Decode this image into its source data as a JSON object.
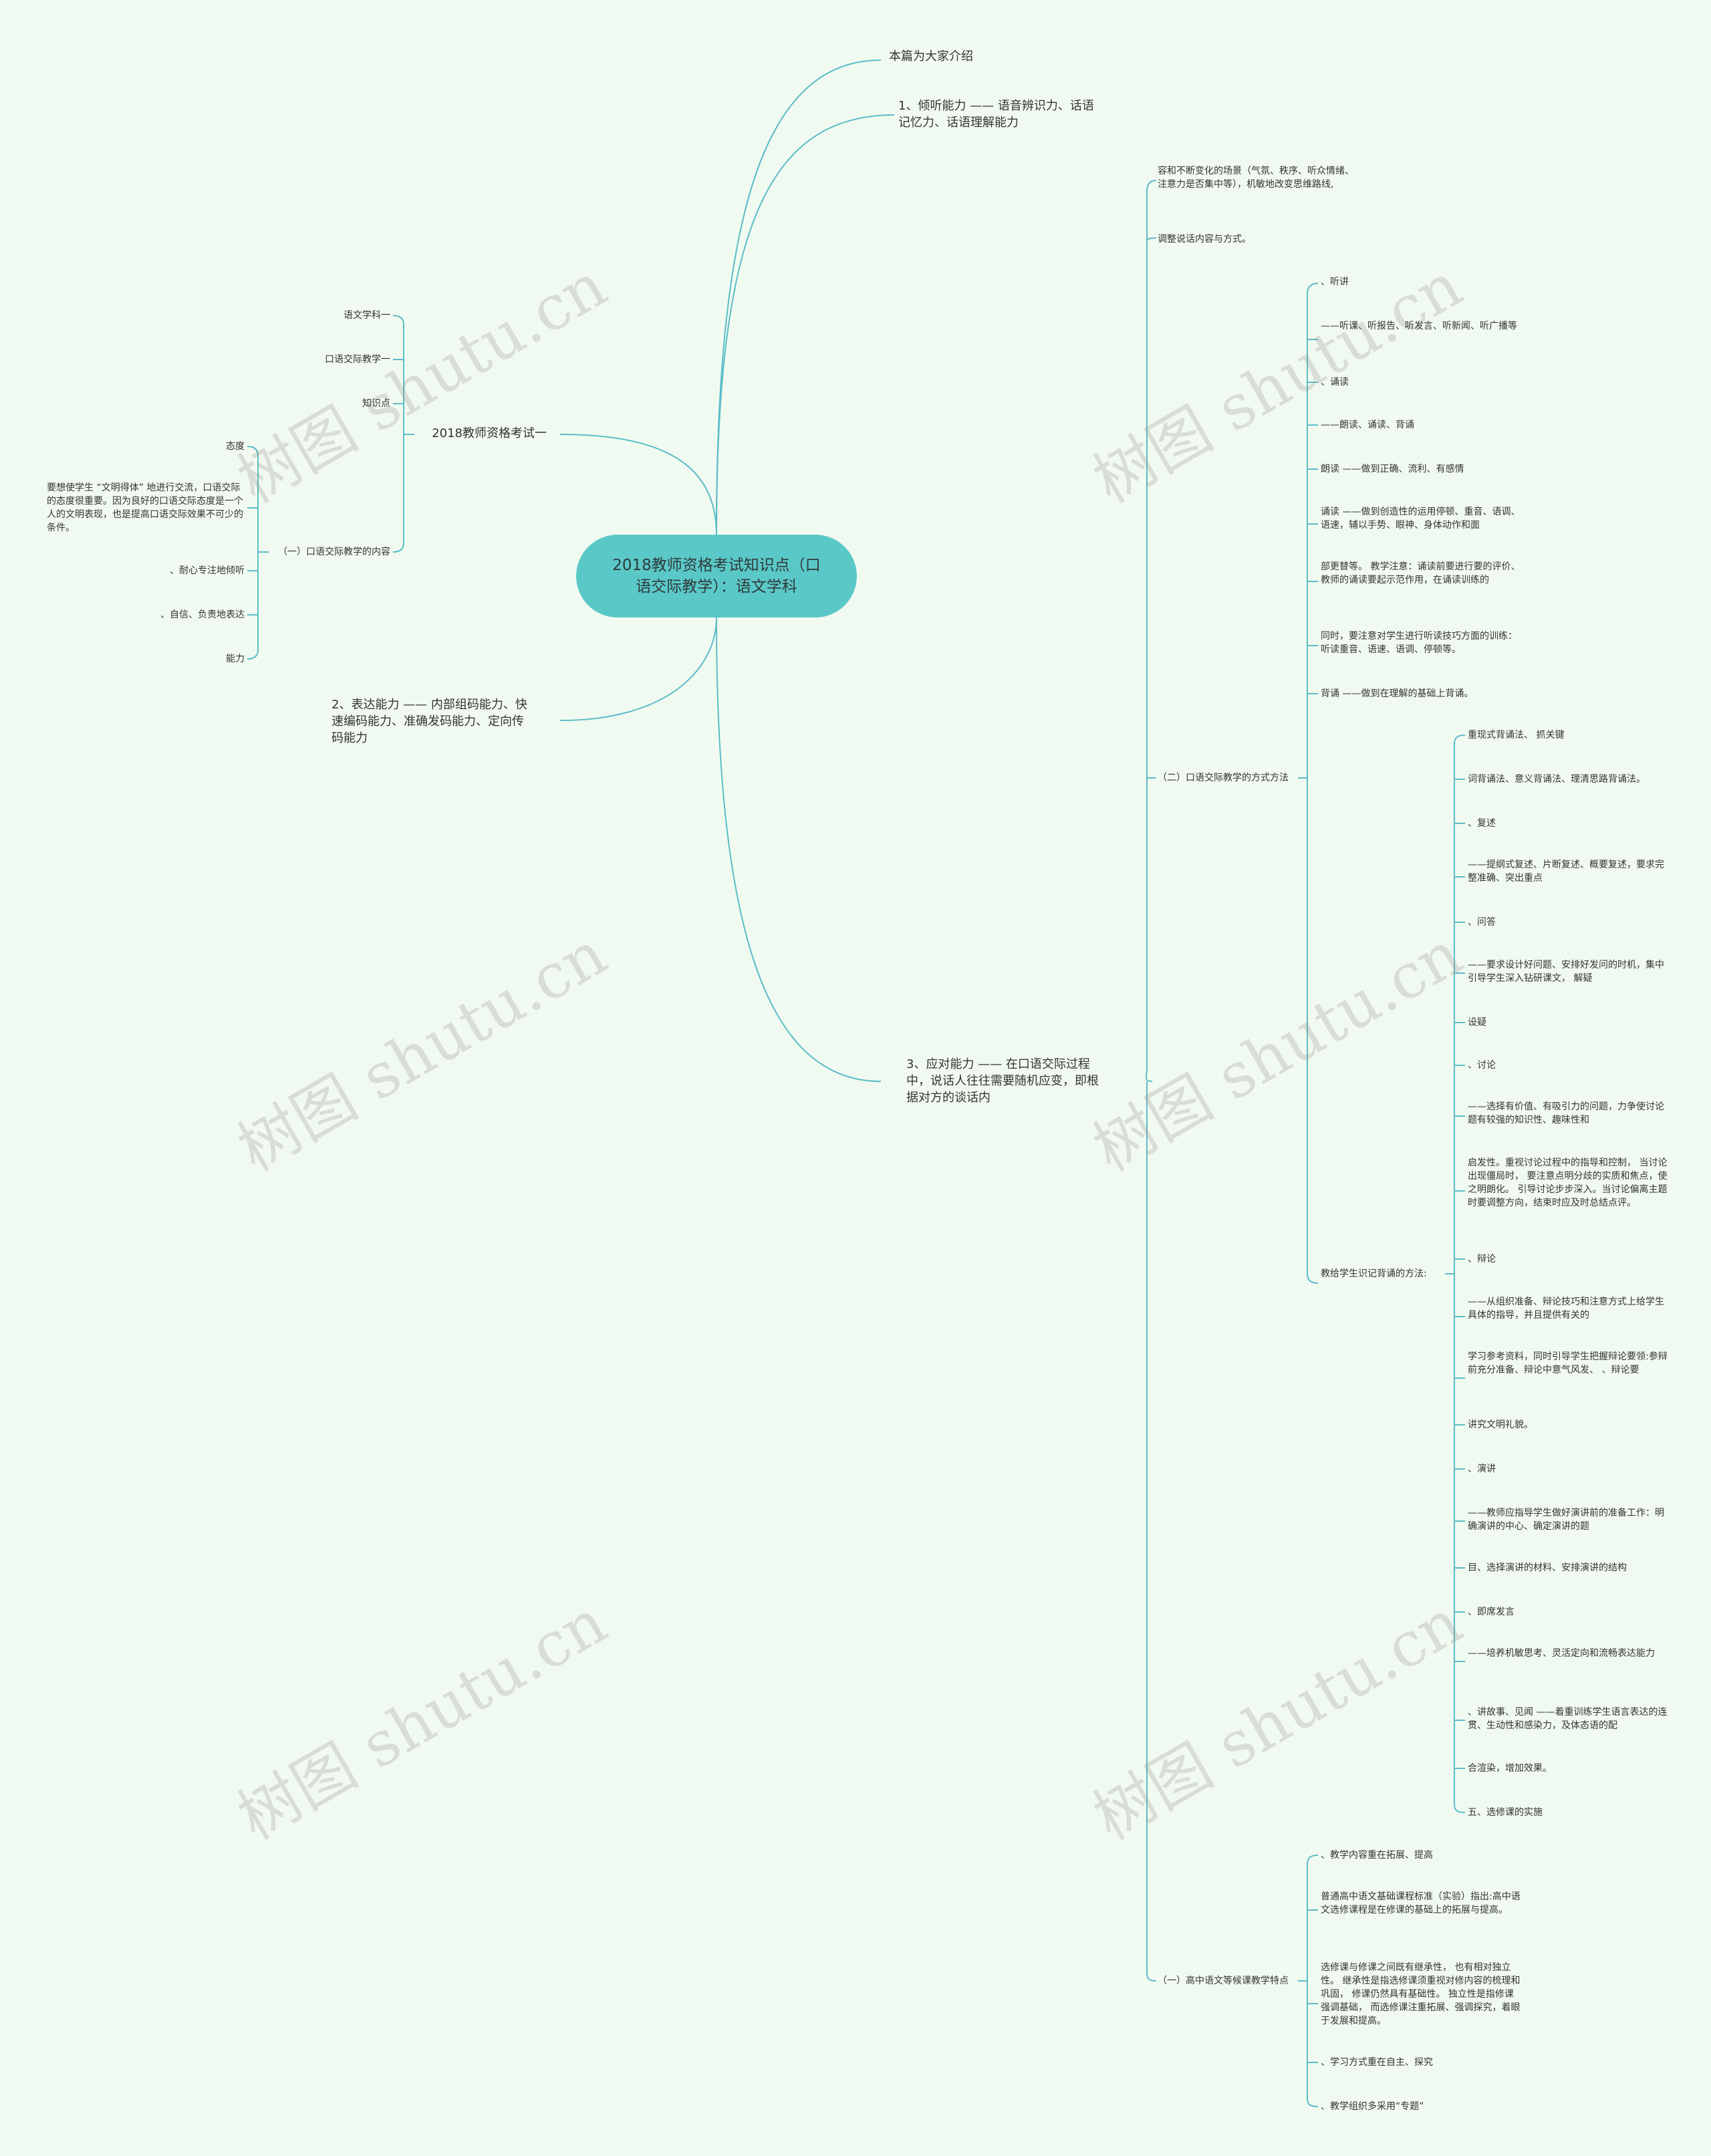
{
  "root": "2018教师资格考试知识点（口语交际教学）：语文学科",
  "watermark": "树图 shutu.cn",
  "colors": {
    "background": "#f1faf0",
    "root_fill": "#5bc8c8",
    "line": "#5bbcc8"
  },
  "right": {
    "intro": "本篇为大家介绍",
    "listen": "1、倾听能力 —— 语音辨识力、话语记忆力、话语理解能力",
    "respond": "3、应对能力 —— 在口语交际过程中，说话人往往需要随机应变，即根据对方的谈话内",
    "respond_children": {
      "c1": "容和不断变化的场景（气氛、秩序、听众情绪、注意力是否集中等），机敏地改变思维路线,",
      "c2": "调整说话内容与方式。",
      "methods": "（二）口语交际教学的方式方法",
      "m_items": [
        "、听讲",
        "——听课、听报告、听发言、听新闻、听广播等",
        "、诵读",
        "——朗读、诵读、背诵",
        "朗读 ——做到正确、流利、有感情",
        "诵读 ——做到创造性的运用停顿、重音、语调、语速，辅以手势、眼神、身体动作和面",
        "部更替等。 教学注意：诵读前要进行要的评价、 教师的诵读要起示范作用，在诵读训练的",
        "同时，要注意对学生进行听读技巧方面的训练：听读重音、语速、语调、停顿等。",
        "背诵 ——做到在理解的基础上背诵。",
        "教给学生识记背诵的方法:"
      ],
      "s_items": [
        "重现式背诵法、 抓关键",
        "词背诵法、意义背诵法、理清思路背诵法。",
        "、复述",
        "——提纲式复述、片断复述、概要复述，要求完整准确、突出重点",
        "、问答",
        "——要求设计好问题、安排好发问的时机，集中引导学生深入钻研课文， 解疑",
        "设疑",
        "、讨论",
        "——选择有价值、有吸引力的问题，力争使讨论题有较强的知识性、趣味性和",
        "启发性。重视讨论过程中的指导和控制， 当讨论出现僵局时， 要注意点明分歧的实质和焦点，使之明朗化。 引导讨论步步深入。当讨论偏离主题时要调整方向，结束时应及时总结点评。",
        "、辩论",
        "——从组织准备、辩论技巧和注意方式上给学生具体的指导，并且提供有关的",
        "学习参考资料，同时引导学生把握辩论要领:参辩前充分准备、辩论中意气风发、 、辩论要",
        "讲究文明礼貌。",
        "、演讲",
        "——教师应指导学生做好演讲前的准备工作：明确演讲的中心、确定演讲的题",
        "目、选择演讲的材料、安排演讲的结构",
        "、即席发言",
        "——培养机敏思考、灵活定向和流畅表达能力",
        "、讲故事、见闻 ——着重训练学生语言表达的连贯、生动性和感染力，及体态语的配",
        "合渲染，增加效果。",
        "五、选修课的实施"
      ],
      "features": "（一）高中语文等候课教学特点",
      "f_items": [
        "、教学内容重在拓展、提高",
        "普通高中语文基础课程标准（实验）指出:高中语文选修课程是在修课的基础上的拓展与提高。",
        "选修课与修课之间既有继承性， 也有相对独立性。 继承性是指选修课须重视对修内容的梳理和巩固， 修课仍然具有基础性。 独立性是指修课强调基础， 而选修课注重拓展、强调探究，着眼于发展和提高。",
        "、学习方式重在自主、探究",
        "、教学组织多采用“专题”"
      ]
    }
  },
  "left": {
    "exam": "2018教师资格考试一",
    "exam_items": [
      "语文学科一",
      "口语交际教学一",
      "知识点"
    ],
    "content": "（一）口语交际教学的内容",
    "content_items": [
      "态度",
      "要想使学生 “文明得体” 地进行交流，口语交际的态度很重要。因为良好的口语交际态度是一个人的文明表现，也是提高口语交际效果不可少的条件。",
      "、耐心专注地倾听",
      "、自信、负责地表达",
      "能力"
    ],
    "express": "2、表达能力 —— 内部组码能力、快速编码能力、准确发码能力、定向传码能力"
  }
}
